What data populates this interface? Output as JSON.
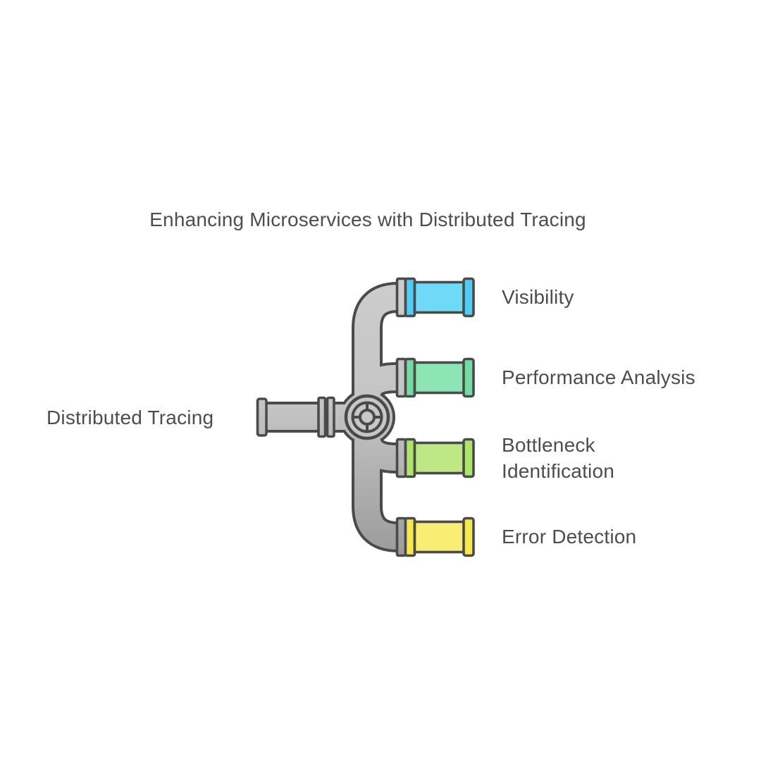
{
  "title": "Enhancing Microservices with Distributed Tracing",
  "source": {
    "label": "Distributed Tracing"
  },
  "branches": [
    {
      "label": "Visibility",
      "body_color": "#6fd9f8",
      "trim_color": "#50cdf5"
    },
    {
      "label": "Performance Analysis",
      "body_color": "#8be5b5",
      "trim_color": "#74dca1"
    },
    {
      "label": "Bottleneck Identification",
      "body_color": "#bee884",
      "trim_color": "#b0e369"
    },
    {
      "label": "Error Detection",
      "body_color": "#f9ee73",
      "trim_color": "#f5e84f"
    }
  ],
  "pipe": {
    "outline_color": "#4a4a4a",
    "gray_light": "#cdcdcd",
    "gray_mid": "#c4c4c4",
    "gray_dark": "#9a9a9a",
    "text_color": "#4d4d4d",
    "background": "#ffffff"
  }
}
